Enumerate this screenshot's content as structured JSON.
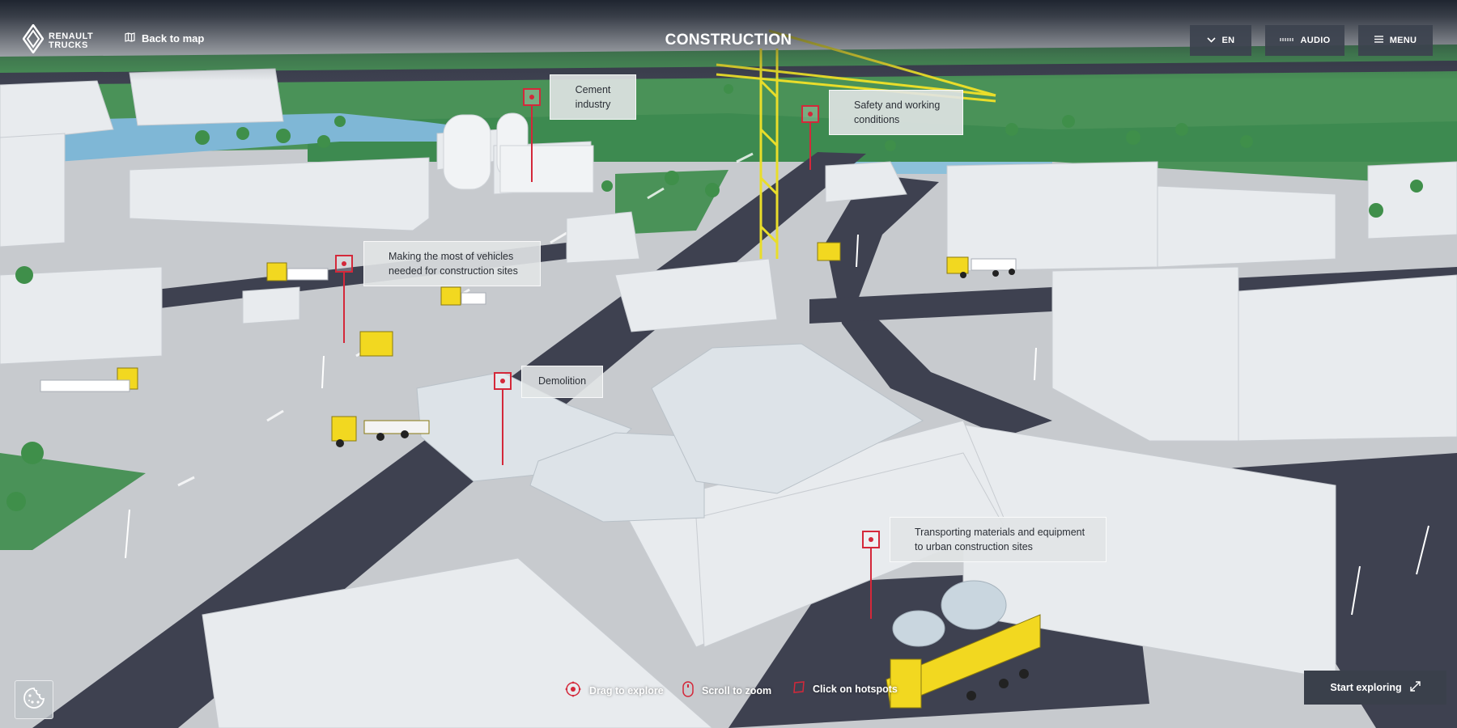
{
  "app": {
    "logo_line1": "RENAULT",
    "logo_line2": "TRUCKS",
    "back_label": "Back to map",
    "page_title": "CONSTRUCTION"
  },
  "toolbar": {
    "language_label": "EN",
    "audio_label": "AUDIO",
    "menu_label": "MENU"
  },
  "hotspots": {
    "cement": "Cement industry",
    "safety": "Safety and working conditions",
    "vehicles": "Making the most of vehicles needed for construction sites",
    "demolition": "Demolition",
    "transport": "Transporting materials and equipment to urban construction sites"
  },
  "hints": {
    "drag": "Drag to explore",
    "scroll": "Scroll to zoom",
    "click": "Click on hotspots"
  },
  "start_label": "Start exploring",
  "icons": {
    "logo": "renault-diamond-icon",
    "back": "map-icon",
    "language": "chevron-down-icon",
    "audio": "audio-wave-icon",
    "menu": "hamburger-icon",
    "start": "expand-icon",
    "cookie": "cookie-icon"
  },
  "colors": {
    "accent_red": "#d4283a",
    "truck_yellow": "#f2d820",
    "road": "#3e4150",
    "grass": "#3f8a4e",
    "building": "#e9ecef"
  }
}
